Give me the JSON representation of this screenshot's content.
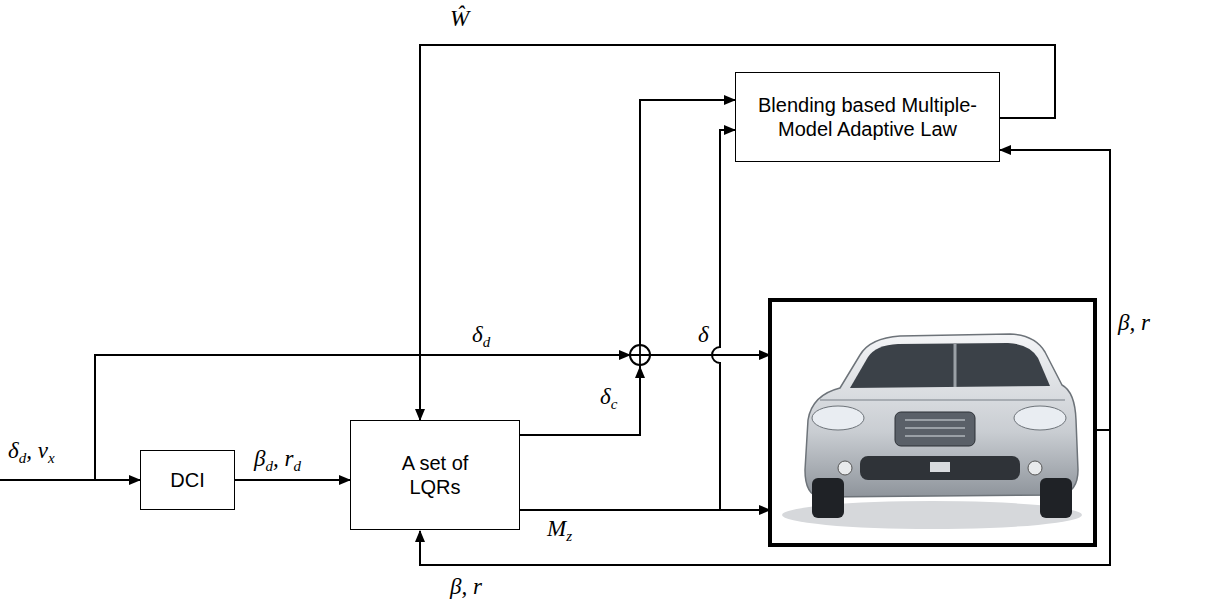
{
  "diagram": {
    "nodes": [
      {
        "text": [
          "Blending based Multiple-Model Adaptive Law"
        ]
      },
      {
        "text": [
          "DCI"
        ]
      },
      {
        "text": [
          "A set of LQRs"
        ]
      }
    ],
    "edges": [
      {
        "from": 1,
        "to": 2,
        "arrow": "to",
        "label": "βd, rd"
      },
      {
        "from": 0,
        "to": 2,
        "arrow": "to",
        "label": "Ŵ"
      },
      {
        "from": 2,
        "to": 0,
        "arrow": "to"
      },
      {
        "from": 2,
        "to": 0,
        "arrow": "to"
      }
    ],
    "labels": [
      "δd, vx",
      "δd",
      "δ",
      "δc",
      "Mz",
      "β, r",
      "β, r"
    ]
  }
}
